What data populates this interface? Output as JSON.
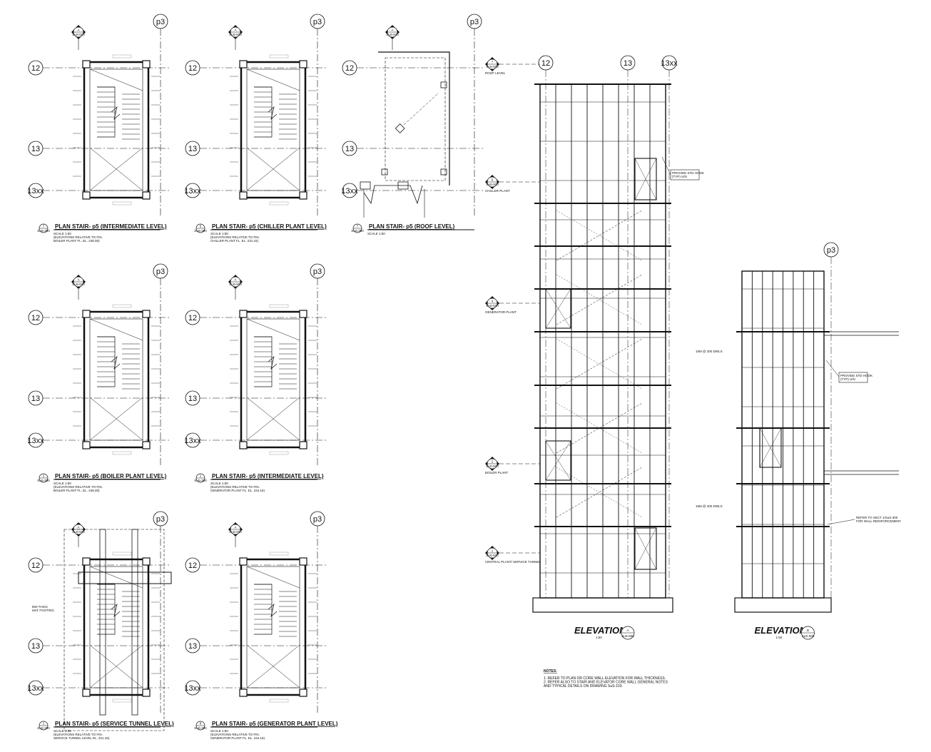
{
  "plans": [
    {
      "id": "plan-intermediate-top",
      "title": "PLAN STAIR- p5  (INTERMEDIATE LEVEL)",
      "ref_no": "7",
      "ref_sheet": "SuS-300",
      "notes": [
        "SCALE 1:50",
        "(ELEVATIONS RELATIVE TO FIN.",
        "BOILER PLANT FL. EL. 236.00)"
      ]
    },
    {
      "id": "plan-chiller",
      "title": "PLAN STAIR- p5  (CHILLER PLANT LEVEL)",
      "ref_no": "5",
      "ref_sheet": "SuS-300",
      "notes": [
        "SCALE 1:50",
        "(ELEVATIONS RELATIVE TO FIN.",
        "CHILLER PLANT FL. EL. 231.15)"
      ]
    },
    {
      "id": "plan-roof",
      "title": "PLAN STAIR- p5  (ROOF LEVEL)",
      "ref_no": "7",
      "ref_sheet": "SuS-300",
      "notes": [
        "SCALE 1:50"
      ]
    },
    {
      "id": "plan-boiler",
      "title": "PLAN STAIR- p5  (BOILER PLANT LEVEL)",
      "ref_no": "2",
      "ref_sheet": "SuS-300",
      "notes": [
        "SCALE 1:50",
        "(ELEVATIONS RELATIVE TO FIN.",
        "BOILER PLANT FL. EL. 236.00)"
      ]
    },
    {
      "id": "plan-intermediate-mid",
      "title": "PLAN STAIR- p5  (INTERMEDIATE LEVEL)",
      "ref_no": "1",
      "ref_sheet": "SuS-300",
      "notes": [
        "SCALE 1:50",
        "(ELEVATIONS RELATIVE TO FIN.",
        "GENERATOR PLANT FL. EL. 244.15)"
      ]
    },
    {
      "id": "plan-service-tunnel",
      "title": "PLAN STAIR- p5  (SERVICE TUNNEL LEVEL)",
      "ref_no": "1",
      "ref_sheet": "SuS-300",
      "notes": [
        "SCALE 1:50",
        "(ELEVATIONS RELATIVE TO FIN.",
        "SERVICE TUNNEL LEVEL EL. 221.15)"
      ]
    },
    {
      "id": "plan-generator",
      "title": "PLAN STAIR- p5  (GENERATOR PLANT LEVEL)",
      "ref_no": "8",
      "ref_sheet": "SuS-300",
      "notes": [
        "SCALE 1:50",
        "(ELEVATIONS RELATIVE TO FIN.",
        "GENERATOR PLANT FL. EL. 244.15)"
      ]
    }
  ],
  "grid_labels": {
    "p3": "p3",
    "g12": "12",
    "g13": "13",
    "g13xx": "13xx"
  },
  "section_marker": {
    "letter": "A",
    "sheet": "SuS-500"
  },
  "elevations": [
    {
      "id": "elevation-a",
      "title": "ELEVATION",
      "scale": "1:50",
      "marker_letter": "A",
      "marker_sheet": "SuS-500"
    },
    {
      "id": "elevation-b",
      "title": "ELEVATION",
      "scale": "1:50",
      "marker_letter": "B",
      "marker_sheet": "SuS-500"
    }
  ],
  "levels": [
    "ROOF LEVEL",
    "CHILLER PLANT",
    "GENERATOR PLANT",
    "BOILER PLANT",
    "CENTRAL PLANT/ SERVICE TUNNEL"
  ],
  "callouts": {
    "hook": [
      "PROVIDE STD HOOK",
      "(TYP) U/N"
    ],
    "dowels": [
      "REFER TO SECT 1/SuS-300",
      "FOR WALL REINFORCEMENT"
    ],
    "bars_a": "15M @ 300 DWLS",
    "bars_b": "15M @ 300 DWLS",
    "footing": [
      "800 THICK",
      "MAT FOOTING"
    ]
  },
  "notes": {
    "heading": "NOTES:",
    "items": [
      "1.   REFER TO PLAN OR CORE WALL ELEVATION FOR WALL THICKNESS.",
      "2.   REFER ALSO TO STAIR AND ELEVATOR CORE WALL GENERAL NOTES",
      "      AND TYPICAL DETAILS ON DRAWING SuS-103."
    ]
  }
}
